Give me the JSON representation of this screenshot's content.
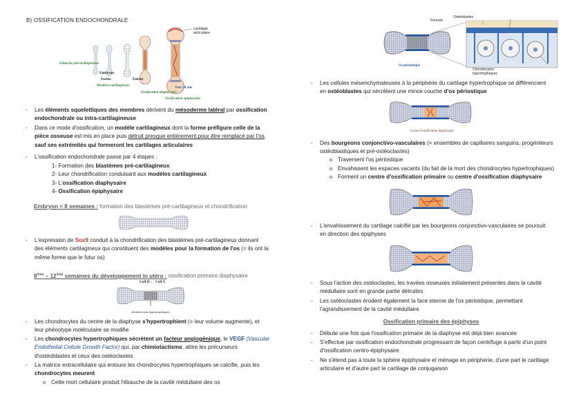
{
  "section_title": "B)   OSSIFICATION ENDOCHONDRALE",
  "fig1": {
    "cartilage_articulaire": "cartilage articulaire",
    "ebauche": "Ebauche précartilagineuse",
    "embryon": "Embryon",
    "foetus": "Foetus",
    "enfant": "Enfant",
    "modeles": "Modèles cartilagineux",
    "vers20": "Vers 20 ans",
    "oss_diaph": "Ossification diaphysaire",
    "oss_epiph": "Ossification épiphysaire"
  },
  "left": {
    "b1": {
      "t1": "Les ",
      "t2": "éléments squelettiques des membres",
      "t3": " dérivent du ",
      "t4": "mésoderme latéral",
      "t5": " par ",
      "t6": "ossification",
      "t7": "endochondrale ou intra-cartilagineuse"
    },
    "b2": {
      "t1": "Dans ce mode d'ossification, un ",
      "t2": "modèle cartilagineux",
      "t3": " dont la ",
      "t4": "forme préfigure celle de la",
      "t5": "pièce osseuse",
      "t6": " est mis en place puis ",
      "t7": "détruit presque entièrement pour être remplacé par l'os",
      "t8": ",",
      "t9": "sauf ses extrémités qui formeront les cartilages articulaires"
    },
    "b3": "L'ossification endochondrale passe par 4 étapes :",
    "steps": {
      "s1a": "1-  Formation des ",
      "s1b": "blastèmes pré-cartilagineux",
      "s2a": "2-  Leur chondrification conduisant aux ",
      "s2b": "modèles cartilagineux",
      "s3a": "3-  L'",
      "s3b": "ossification diaphysaire",
      "s4a": "4-  ",
      "s4b": "Ossification épiphysaire"
    },
    "h1": {
      "t1": "Embryon < 8 semaines :",
      "t2": " formation des blastèmes pré-cartilagineux et chondrification"
    },
    "b4": {
      "t1": "L'expression de ",
      "t2": "Sox9",
      "t3": " conduit à la chondrification des blastèmes pré-cartilagineux donnant",
      "t4": "des éléments cartilagineux qui constituent des ",
      "t5": "modèles pour la formation de l'os",
      "t6": " (= ils ont la",
      "t7": "même forme que le futur os)"
    },
    "h2": {
      "sup1": "ème",
      "t0": "8",
      "t1": " – 12",
      "sup2": "ème",
      "t2": " semaines du développement in utéro :",
      "t3": " ossification primaire diaphysaire"
    },
    "fig3": {
      "col2": "Coll II",
      "arrow": "→",
      "colx": "Coll X",
      "chondro": "chondrocytes hypertrophiques"
    },
    "b5": {
      "t1": "Les chondrocytes du centre de la diaphyse ",
      "t2": "s'hypertrophient",
      "t3": " (= leur volume augmente), et",
      "t4": "leur phénotype moléculaire se modifie"
    },
    "b6": {
      "t1": "Les ",
      "t2": "chondrocytes hypertrophiques sécrètent un ",
      "t3": "facteur angiogénique",
      "t4": ", le ",
      "t5": "VEGF",
      "t6": " (Vascular",
      "t7": "Endothelial Cellule Growth Factor)",
      "t8": " qui, par ",
      "t9": "chimiotactisme",
      "t10": ", attire les précurseurs",
      "t11": "d'ostéoblastes et ceux des ostéoclastes"
    },
    "b7": {
      "t1": "La matrice extracellulaire qui entoure les chondrocytes hypertrophiques se calcifie, puis les",
      "t2": "chondrocytes meurent"
    },
    "s1": "Cette mort cellulaire produit l'ébauche de la cavité médullaire des os"
  },
  "right": {
    "fig_top": {
      "perioste": "Périoste",
      "osteoblastes": "Ostéoblastes",
      "os_perio": "Os périostique",
      "chondro": "Chondrocytes",
      "hyper": "hypertrophiques"
    },
    "b1": {
      "t1": "Les cellules mésenchymateuses à la périphérie du cartilage hypertrophique se différencient",
      "t2": "en ",
      "t3": "ostéoblastes",
      "t4": " qui sécrètent une mince couche ",
      "t5": "d'os périostique"
    },
    "fig2_label": "Centre d'ossification diaphysaire",
    "b2": {
      "t1": "Des ",
      "t2": "bourgeons conjonctivo-vasculaires",
      "t3": " (= ensembles de capillaires sanguins, progéniteurs",
      "t4": "ostéoblastiques et pré-ostéoclastes)"
    },
    "s1": "Traversent l'os périostique",
    "s2": "Envahissent les espaces vacants (du fait de la mort des chondrocytes hypertrophiques)",
    "s3": {
      "t1": "Forment un ",
      "t2": "centre d'ossification primaire",
      "t3": " ou ",
      "t4": "centre d'ossification diaphysaire"
    },
    "b3": {
      "t1": "L'envahissement du cartilage calcifié par les bourgeons conjonctivo-vasculaires se poursuit",
      "t2": "en direction des épiphyses"
    },
    "b4": {
      "t1": "Sous l'action des ostéoclastes, les travées osseuses initialement présentes dans la cavité",
      "t2": "médullaire sont en grande partie détruites"
    },
    "b5": {
      "t1": "Les ostéoclastes érodent également la face interne de l'os périostique, permettant",
      "t2": "l'agrandissement de la cavité médullaire"
    },
    "h1": "Ossification primaire des épiphyses",
    "b6": "Débute une fois que l'ossification primaire de la diaphyse est déjà bien avancée",
    "b7": {
      "t1": "S'effectue par ossification endochondrale progressant de façon centrifuge à partir d'un point",
      "t2": "d'ossification centro-épiphysaire"
    },
    "b8": {
      "t1": "Ne s'étend pas à toute la sphère épiphysaire et ménage en périphérie, d'une part le cartilage",
      "t2": "articulaire et d'autre part le cartilage de conjugaison"
    }
  }
}
